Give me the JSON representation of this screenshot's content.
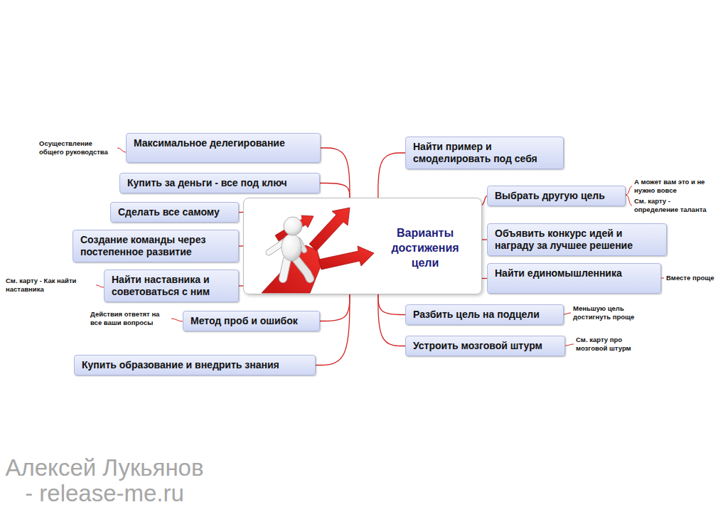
{
  "diagram": {
    "nodes": [
      {
        "text": [
          "Варианты достижения цели"
        ]
      },
      {
        "text": [
          "Максимальное делегирование"
        ]
      },
      {
        "text": [
          "Купить за деньги - все под ключ"
        ]
      },
      {
        "text": [
          "Сделать все самому"
        ]
      },
      {
        "text": [
          "Создание команды через постепенное развитие"
        ]
      },
      {
        "text": [
          "Найти наставника и советоваться с ним"
        ]
      },
      {
        "text": [
          "Метод проб и ошибок"
        ]
      },
      {
        "text": [
          "Купить образование и внедрить знания"
        ]
      },
      {
        "text": [
          "Найти пример и смоделировать под себя"
        ]
      },
      {
        "text": [
          "Выбрать другую цель"
        ]
      },
      {
        "text": [
          "Объявить конкурс идей и награду за лучшее решение"
        ]
      },
      {
        "text": [
          "Найти единомышленника"
        ]
      },
      {
        "text": [
          "Разбить цель на подцели"
        ]
      },
      {
        "text": [
          "Устроить мозговой штурм"
        ]
      }
    ],
    "edges": [
      {
        "from": 0,
        "to": 1,
        "arrow": "none"
      },
      {
        "from": 0,
        "to": 2,
        "arrow": "none"
      },
      {
        "from": 0,
        "to": 3,
        "arrow": "none"
      },
      {
        "from": 0,
        "to": 4,
        "arrow": "none"
      },
      {
        "from": 0,
        "to": 5,
        "arrow": "none"
      },
      {
        "from": 0,
        "to": 6,
        "arrow": "none"
      },
      {
        "from": 0,
        "to": 7,
        "arrow": "none"
      },
      {
        "from": 0,
        "to": 8,
        "arrow": "none"
      },
      {
        "from": 0,
        "to": 9,
        "arrow": "none"
      },
      {
        "from": 0,
        "to": 10,
        "arrow": "none"
      },
      {
        "from": 0,
        "to": 11,
        "arrow": "none"
      },
      {
        "from": 0,
        "to": 12,
        "arrow": "none"
      },
      {
        "from": 0,
        "to": 13,
        "arrow": "none"
      }
    ],
    "labels": [
      "Осуществление общего руководства",
      "А может вам это и не нужно вовсе",
      "См. карту - определение таланта",
      "Вместе проще",
      "См. карту - Как найти наставника",
      "Меньшую цель достигнуть проще",
      "Действия ответят на все ваши вопросы",
      "См. карту про мозговой штурм",
      "Алексей Лукьянов - release-me.ru"
    ]
  }
}
